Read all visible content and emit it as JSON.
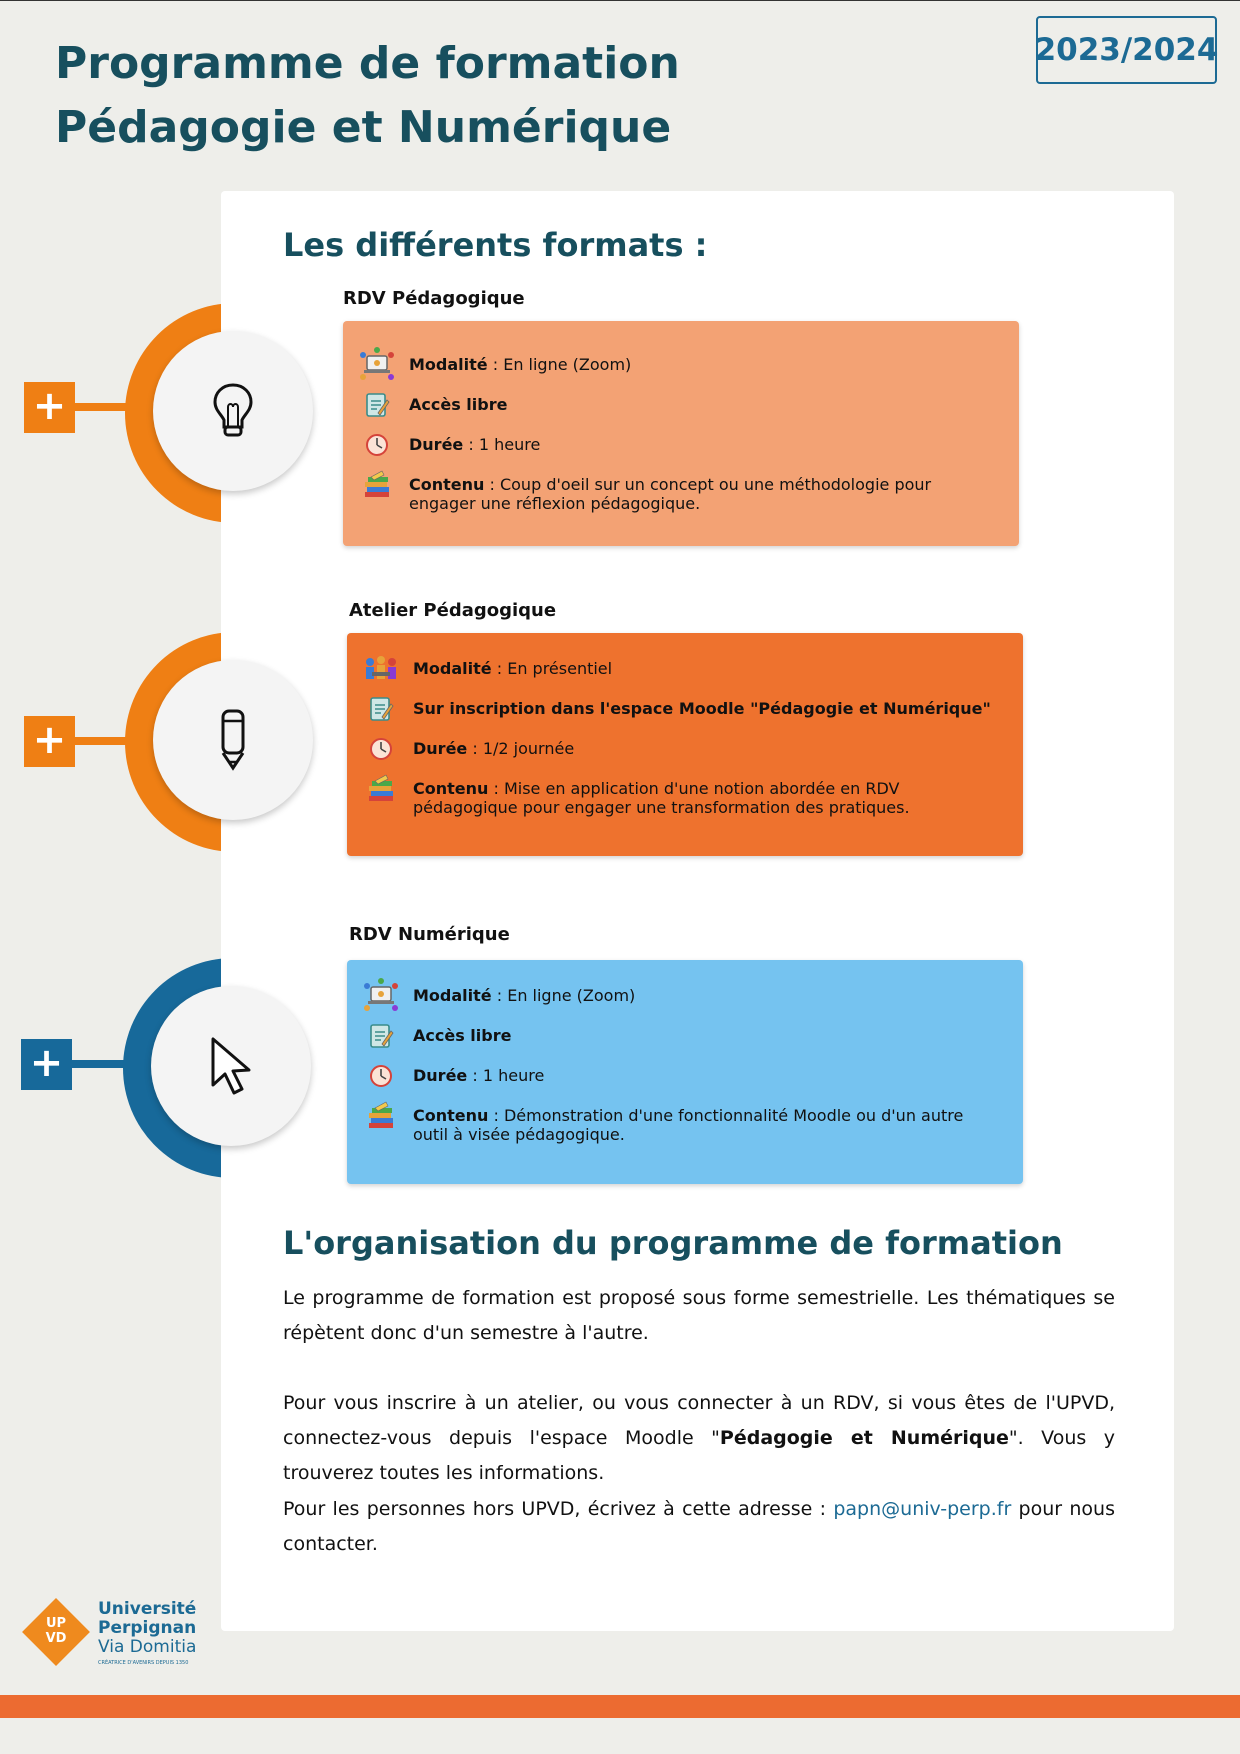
{
  "header": {
    "title_line1": "Programme de formation",
    "title_line2": "Pédagogie et Numérique",
    "year": "2023/2024"
  },
  "formats": {
    "heading": "Les différents formats :",
    "items": [
      {
        "label": "RDV Pédagogique",
        "color": "#f3a274",
        "accent": "#ef7f14",
        "icon": "lightbulb-icon",
        "rows": [
          {
            "key": "Modalité",
            "sep": " : ",
            "value": "En ligne (Zoom)",
            "icon": "laptop-meeting-icon"
          },
          {
            "key": "Accès libre",
            "sep": "",
            "value": "",
            "icon": "notepad-icon"
          },
          {
            "key": "Durée",
            "sep": " : ",
            "value": "1 heure",
            "icon": "clock-icon"
          },
          {
            "key": "Contenu",
            "sep": " : ",
            "value": "Coup d'oeil sur un concept ou une méthodologie pour engager une réflexion pédagogique.",
            "icon": "books-icon"
          }
        ]
      },
      {
        "label": "Atelier Pédagogique",
        "color": "#ee722e",
        "accent": "#ef7f14",
        "icon": "pencil-icon",
        "rows": [
          {
            "key": "Modalité",
            "sep": " : ",
            "value": "En présentiel",
            "icon": "group-icon"
          },
          {
            "key": "Sur inscription dans l'espace Moodle \"Pédagogie et Numérique\"",
            "sep": "",
            "value": "",
            "icon": "notepad-icon"
          },
          {
            "key": "Durée",
            "sep": " : ",
            "value": "1/2 journée",
            "icon": "clock-icon"
          },
          {
            "key": "Contenu",
            "sep": " : ",
            "value": "Mise en application d'une notion abordée en RDV pédagogique pour engager une transformation des pratiques.",
            "icon": "books-icon"
          }
        ]
      },
      {
        "label": "RDV Numérique",
        "color": "#75c3f0",
        "accent": "#17699a",
        "icon": "cursor-icon",
        "rows": [
          {
            "key": "Modalité",
            "sep": " : ",
            "value": "En ligne (Zoom)",
            "icon": "laptop-meeting-icon"
          },
          {
            "key": "Accès libre",
            "sep": "",
            "value": "",
            "icon": "notepad-icon"
          },
          {
            "key": "Durée",
            "sep": " : ",
            "value": "1 heure",
            "icon": "clock-icon"
          },
          {
            "key": "Contenu",
            "sep": " : ",
            "value": "Démonstration d'une fonctionnalité Moodle ou d'un autre outil à visée pédagogique.",
            "icon": "books-icon"
          }
        ]
      }
    ]
  },
  "organisation": {
    "heading": "L'organisation du programme de formation",
    "p1": "Le programme de formation est proposé sous forme semestrielle. Les thématiques se répètent donc d'un semestre à l'autre.",
    "p2_a": "Pour vous inscrire à un atelier, ou vous connecter à un RDV, si vous êtes de l'UPVD, connectez-vous depuis l'espace Moodle \"",
    "p2_bold": "Pédagogie et Numérique",
    "p2_b": "\". Vous y trouverez toutes les informations.",
    "p3_a": "Pour les personnes hors UPVD, écrivez à cette adresse : ",
    "email": "papn@univ-perp.fr",
    "p3_b": " pour nous contacter."
  },
  "logo": {
    "letters_top": "UP",
    "letters_bottom": "VD",
    "line1": "Université",
    "line2": "Perpignan",
    "line3": "Via Domitia",
    "tagline": "CRÉATRICE D'AVENIRS DEPUIS 1350"
  }
}
